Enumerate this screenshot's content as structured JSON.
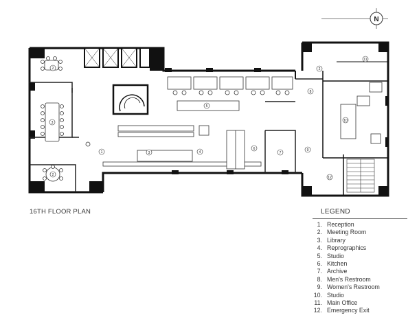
{
  "plan_title": "16TH FLOOR PLAN",
  "compass_label": "N",
  "legend": {
    "title": "LEGEND",
    "items": [
      {
        "num": "1.",
        "label": "Reception"
      },
      {
        "num": "2.",
        "label": "Meeting Room"
      },
      {
        "num": "3.",
        "label": "Library"
      },
      {
        "num": "4.",
        "label": "Reprographics"
      },
      {
        "num": "5.",
        "label": "Studio"
      },
      {
        "num": "6.",
        "label": "Kitchen"
      },
      {
        "num": "7.",
        "label": "Archive"
      },
      {
        "num": "8.",
        "label": "Men's Restroom"
      },
      {
        "num": "9.",
        "label": "Women's Restroom"
      },
      {
        "num": "10.",
        "label": "Studio"
      },
      {
        "num": "11.",
        "label": "Main Office"
      },
      {
        "num": "12.",
        "label": "Emergency Exit"
      }
    ]
  },
  "room_tags": [
    "1",
    "2",
    "3",
    "4",
    "5",
    "6",
    "7",
    "8",
    "9",
    "10",
    "11",
    "12"
  ]
}
